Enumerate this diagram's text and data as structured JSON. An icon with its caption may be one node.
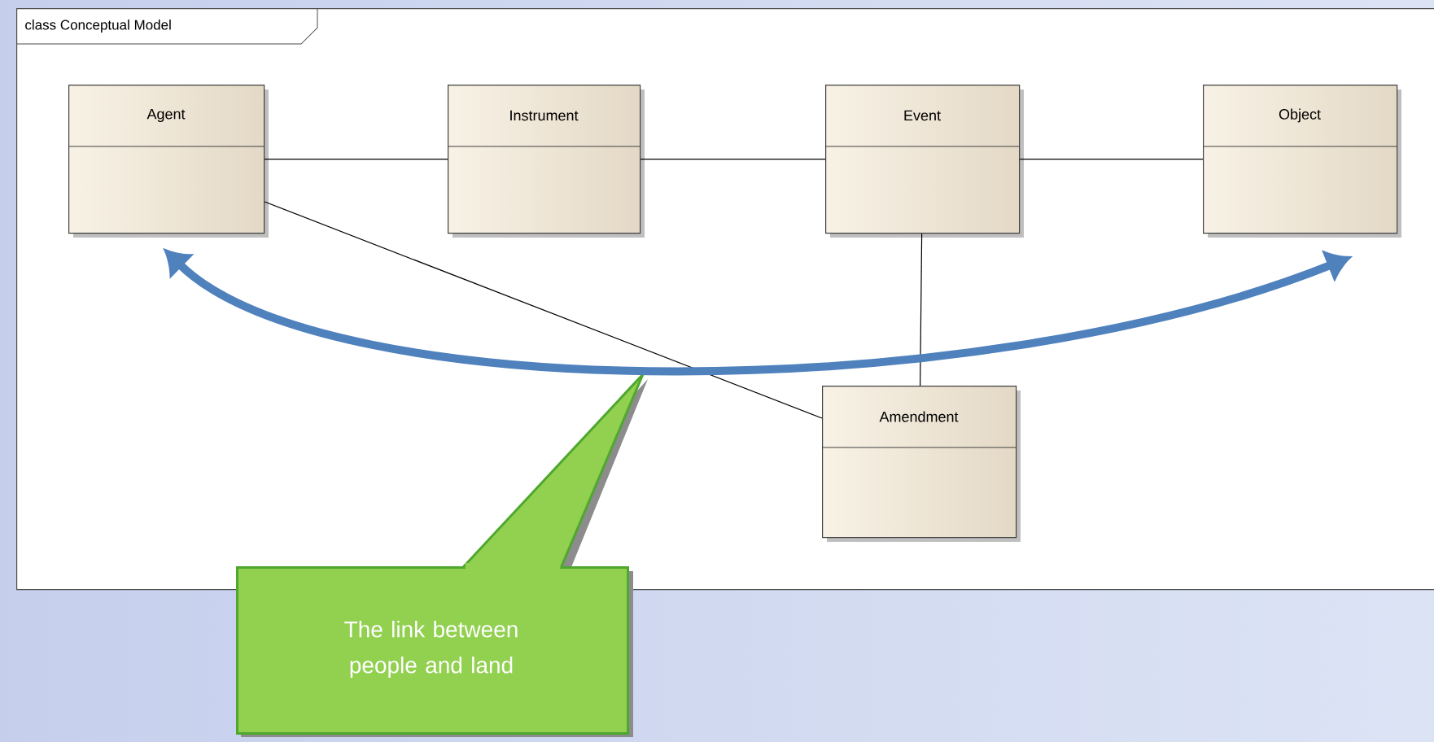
{
  "diagram": {
    "nodes": [
      {
        "text": [
          "class Conceptual Model"
        ]
      },
      {
        "text": [
          "Agent"
        ],
        "in": 0
      },
      {
        "text": [
          "Instrument"
        ],
        "in": 0
      },
      {
        "text": [
          "Event"
        ],
        "in": 0
      },
      {
        "text": [
          "Object"
        ],
        "in": 0
      },
      {
        "text": [
          "Amendment"
        ],
        "in": 0
      },
      {
        "text": [
          "The link between people and land"
        ]
      }
    ],
    "edges": [
      {
        "from": 1,
        "to": 2,
        "arrow": "none"
      },
      {
        "from": 2,
        "to": 3,
        "arrow": "none"
      },
      {
        "from": 3,
        "to": 4,
        "arrow": "none"
      },
      {
        "from": 3,
        "to": 5,
        "arrow": "none"
      },
      {
        "from": 1,
        "to": 5,
        "arrow": "none"
      },
      {
        "from": 1,
        "to": 4,
        "arrow": "both",
        "style": "thick",
        "color": "#4f81bd"
      }
    ]
  }
}
